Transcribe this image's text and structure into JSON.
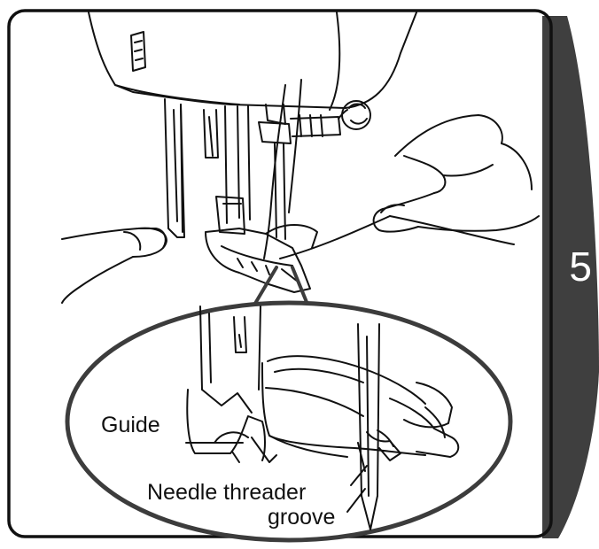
{
  "step": {
    "number": "5"
  },
  "labels": {
    "guide": "Guide",
    "needle_threader": "Needle threader",
    "groove": "groove"
  },
  "colors": {
    "tab": "#3f3f3f",
    "line": "#111111",
    "zoom_border": "#3c3c3c"
  }
}
